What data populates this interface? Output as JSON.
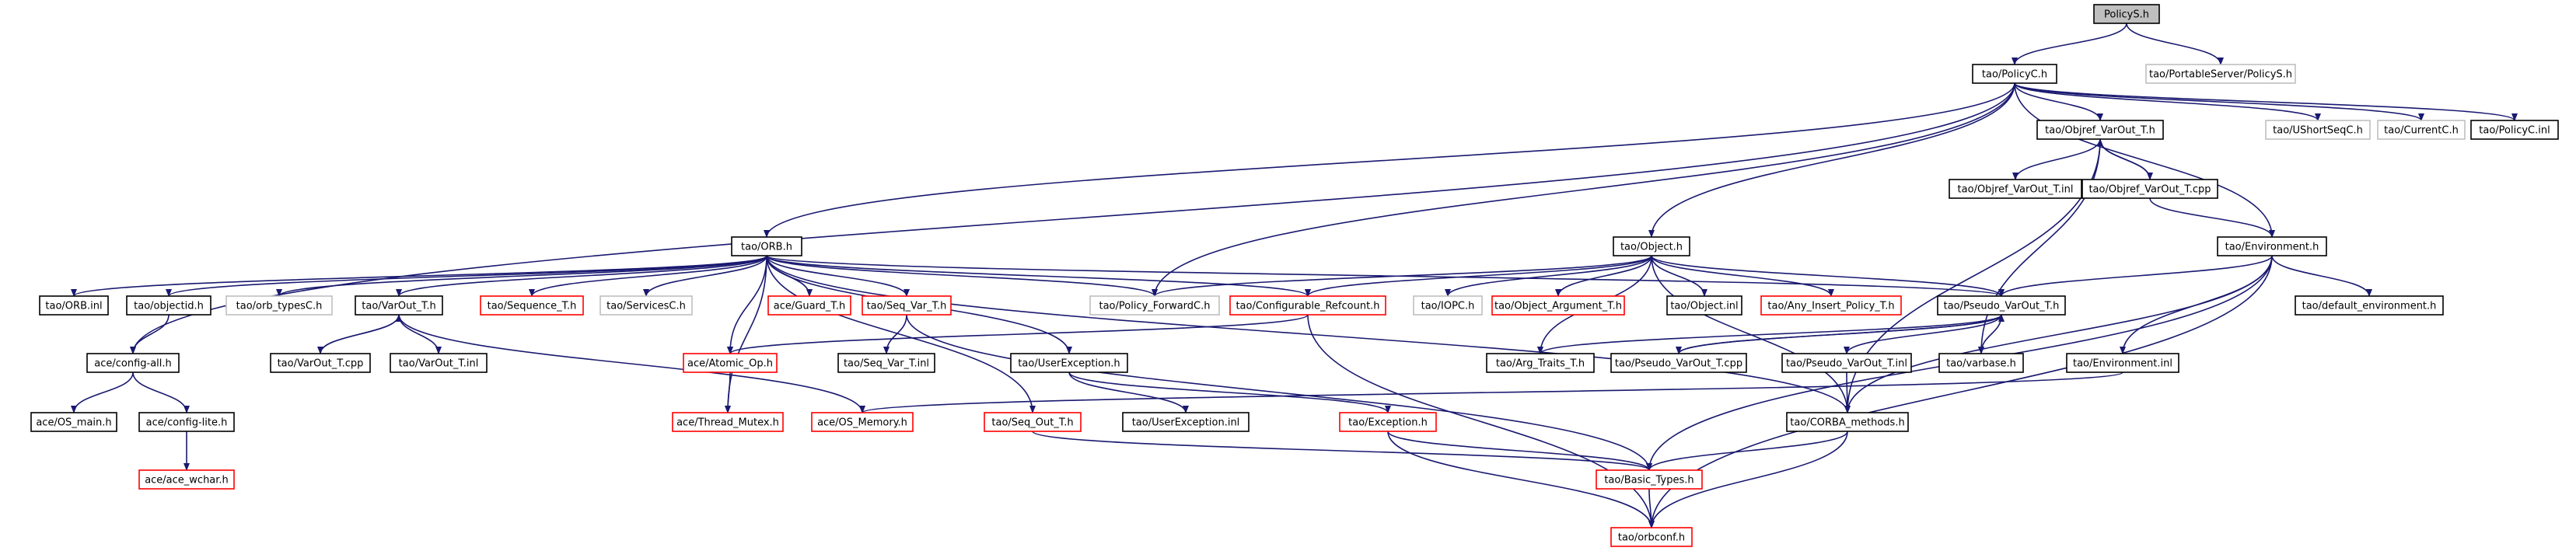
{
  "graph_title": "PolicyS.h",
  "colors": {
    "edge": "#191970",
    "border_documented": "#000000",
    "border_truncated": "#ff0000",
    "border_undocumented": "#bfbfbf",
    "root_fill": "#bfbfbf",
    "fill": "#ffffff",
    "text": "#000000"
  },
  "nodes": [
    {
      "id": "policy_s_h",
      "label": "PolicyS.h",
      "style": "root"
    },
    {
      "id": "policy_c_h",
      "label": "tao/PolicyC.h",
      "style": "documented"
    },
    {
      "id": "portableserver_policy_s_h",
      "label": "tao/PortableServer/PolicyS.h",
      "style": "undocumented"
    },
    {
      "id": "orb_h",
      "label": "tao/ORB.h",
      "style": "documented"
    },
    {
      "id": "objref_varout_t_h",
      "label": "tao/Objref_VarOut_T.h",
      "style": "documented"
    },
    {
      "id": "ushortseq_c_h",
      "label": "tao/UShortSeqC.h",
      "style": "undocumented"
    },
    {
      "id": "current_c_h",
      "label": "tao/CurrentC.h",
      "style": "undocumented"
    },
    {
      "id": "policy_c_inl",
      "label": "tao/PolicyC.inl",
      "style": "documented"
    },
    {
      "id": "objref_varout_t_inl",
      "label": "tao/Objref_VarOut_T.inl",
      "style": "documented"
    },
    {
      "id": "objref_varout_t_cpp",
      "label": "tao/Objref_VarOut_T.cpp",
      "style": "documented"
    },
    {
      "id": "environment_h",
      "label": "tao/Environment.h",
      "style": "documented"
    },
    {
      "id": "object_h",
      "label": "tao/Object.h",
      "style": "documented"
    },
    {
      "id": "orb_inl",
      "label": "tao/ORB.inl",
      "style": "documented"
    },
    {
      "id": "objectid_h",
      "label": "tao/objectid.h",
      "style": "documented"
    },
    {
      "id": "orb_types_c_h",
      "label": "tao/orb_typesC.h",
      "style": "undocumented"
    },
    {
      "id": "varout_t_h",
      "label": "tao/VarOut_T.h",
      "style": "documented"
    },
    {
      "id": "sequence_t_h",
      "label": "tao/Sequence_T.h",
      "style": "truncated"
    },
    {
      "id": "services_c_h",
      "label": "tao/ServicesC.h",
      "style": "undocumented"
    },
    {
      "id": "guard_t_h",
      "label": "ace/Guard_T.h",
      "style": "truncated"
    },
    {
      "id": "seq_var_t_h",
      "label": "tao/Seq_Var_T.h",
      "style": "truncated"
    },
    {
      "id": "policy_forward_c_h",
      "label": "tao/Policy_ForwardC.h",
      "style": "undocumented"
    },
    {
      "id": "configurable_refcount_h",
      "label": "tao/Configurable_Refcount.h",
      "style": "truncated"
    },
    {
      "id": "iop_c_h",
      "label": "tao/IOPC.h",
      "style": "undocumented"
    },
    {
      "id": "object_argument_t_h",
      "label": "tao/Object_Argument_T.h",
      "style": "truncated"
    },
    {
      "id": "object_inl",
      "label": "tao/Object.inl",
      "style": "documented"
    },
    {
      "id": "any_insert_policy_t_h",
      "label": "tao/Any_Insert_Policy_T.h",
      "style": "truncated"
    },
    {
      "id": "pseudo_varout_t_h",
      "label": "tao/Pseudo_VarOut_T.h",
      "style": "documented"
    },
    {
      "id": "default_environment_h",
      "label": "tao/default_environment.h",
      "style": "documented"
    },
    {
      "id": "config_all_h",
      "label": "ace/config-all.h",
      "style": "documented"
    },
    {
      "id": "varout_t_cpp",
      "label": "tao/VarOut_T.cpp",
      "style": "documented"
    },
    {
      "id": "varout_t_inl",
      "label": "tao/VarOut_T.inl",
      "style": "documented"
    },
    {
      "id": "atomic_op_h",
      "label": "ace/Atomic_Op.h",
      "style": "truncated"
    },
    {
      "id": "seq_var_t_inl",
      "label": "tao/Seq_Var_T.inl",
      "style": "documented"
    },
    {
      "id": "user_exception_h",
      "label": "tao/UserException.h",
      "style": "documented"
    },
    {
      "id": "arg_traits_t_h",
      "label": "tao/Arg_Traits_T.h",
      "style": "documented"
    },
    {
      "id": "pseudo_varout_t_cpp",
      "label": "tao/Pseudo_VarOut_T.cpp",
      "style": "documented"
    },
    {
      "id": "pseudo_varout_t_inl",
      "label": "tao/Pseudo_VarOut_T.inl",
      "style": "documented"
    },
    {
      "id": "varbase_h",
      "label": "tao/varbase.h",
      "style": "documented"
    },
    {
      "id": "environment_inl",
      "label": "tao/Environment.inl",
      "style": "documented"
    },
    {
      "id": "os_main_h",
      "label": "ace/OS_main.h",
      "style": "documented"
    },
    {
      "id": "config_lite_h",
      "label": "ace/config-lite.h",
      "style": "documented"
    },
    {
      "id": "thread_mutex_h",
      "label": "ace/Thread_Mutex.h",
      "style": "truncated"
    },
    {
      "id": "os_memory_h",
      "label": "ace/OS_Memory.h",
      "style": "truncated"
    },
    {
      "id": "seq_out_t_h",
      "label": "tao/Seq_Out_T.h",
      "style": "truncated"
    },
    {
      "id": "user_exception_inl",
      "label": "tao/UserException.inl",
      "style": "documented"
    },
    {
      "id": "exception_h",
      "label": "tao/Exception.h",
      "style": "truncated"
    },
    {
      "id": "corba_methods_h",
      "label": "tao/CORBA_methods.h",
      "style": "documented"
    },
    {
      "id": "ace_wchar_h",
      "label": "ace/ace_wchar.h",
      "style": "truncated"
    },
    {
      "id": "basic_types_h",
      "label": "tao/Basic_Types.h",
      "style": "truncated"
    },
    {
      "id": "orbconf_h",
      "label": "tao/orbconf.h",
      "style": "truncated"
    }
  ],
  "edges": [
    [
      "policy_s_h",
      "policy_c_h"
    ],
    [
      "policy_s_h",
      "portableserver_policy_s_h"
    ],
    [
      "policy_c_h",
      "orb_h"
    ],
    [
      "policy_c_h",
      "objref_varout_t_h"
    ],
    [
      "policy_c_h",
      "ushortseq_c_h"
    ],
    [
      "policy_c_h",
      "current_c_h"
    ],
    [
      "policy_c_h",
      "policy_c_inl"
    ],
    [
      "policy_c_h",
      "environment_h"
    ],
    [
      "policy_c_h",
      "object_h"
    ],
    [
      "policy_c_h",
      "policy_forward_c_h"
    ],
    [
      "policy_c_h",
      "config_all_h"
    ],
    [
      "objref_varout_t_h",
      "objref_varout_t_inl"
    ],
    [
      "objref_varout_t_h",
      "objref_varout_t_cpp"
    ],
    [
      "objref_varout_t_cpp",
      "objref_varout_t_h"
    ],
    [
      "objref_varout_t_cpp",
      "environment_h"
    ],
    [
      "objref_varout_t_h",
      "varbase_h"
    ],
    [
      "objref_varout_t_h",
      "corba_methods_h"
    ],
    [
      "orb_h",
      "orb_inl"
    ],
    [
      "orb_h",
      "objectid_h"
    ],
    [
      "orb_h",
      "orb_types_c_h"
    ],
    [
      "orb_h",
      "varout_t_h"
    ],
    [
      "orb_h",
      "sequence_t_h"
    ],
    [
      "orb_h",
      "services_c_h"
    ],
    [
      "orb_h",
      "guard_t_h"
    ],
    [
      "orb_h",
      "seq_var_t_h"
    ],
    [
      "orb_h",
      "policy_forward_c_h"
    ],
    [
      "orb_h",
      "configurable_refcount_h"
    ],
    [
      "orb_h",
      "atomic_op_h"
    ],
    [
      "orb_h",
      "user_exception_h"
    ],
    [
      "orb_h",
      "seq_out_t_h"
    ],
    [
      "orb_h",
      "thread_mutex_h"
    ],
    [
      "orb_h",
      "corba_methods_h"
    ],
    [
      "orb_h",
      "pseudo_varout_t_h"
    ],
    [
      "object_h",
      "policy_forward_c_h"
    ],
    [
      "object_h",
      "configurable_refcount_h"
    ],
    [
      "object_h",
      "iop_c_h"
    ],
    [
      "object_h",
      "object_argument_t_h"
    ],
    [
      "object_h",
      "object_inl"
    ],
    [
      "object_h",
      "any_insert_policy_t_h"
    ],
    [
      "object_h",
      "pseudo_varout_t_h"
    ],
    [
      "object_h",
      "arg_traits_t_h"
    ],
    [
      "object_h",
      "corba_methods_h"
    ],
    [
      "environment_h",
      "default_environment_h"
    ],
    [
      "environment_h",
      "pseudo_varout_t_h"
    ],
    [
      "environment_h",
      "environment_inl"
    ],
    [
      "environment_h",
      "corba_methods_h"
    ],
    [
      "environment_h",
      "basic_types_h"
    ],
    [
      "environment_h",
      "orbconf_h"
    ],
    [
      "objectid_h",
      "config_all_h"
    ],
    [
      "config_all_h",
      "os_main_h"
    ],
    [
      "config_all_h",
      "config_lite_h"
    ],
    [
      "config_lite_h",
      "ace_wchar_h"
    ],
    [
      "varout_t_h",
      "varout_t_cpp"
    ],
    [
      "varout_t_cpp",
      "varout_t_h"
    ],
    [
      "varout_t_h",
      "varout_t_inl"
    ],
    [
      "varout_t_h",
      "os_memory_h"
    ],
    [
      "seq_var_t_h",
      "seq_var_t_inl"
    ],
    [
      "seq_var_t_h",
      "basic_types_h"
    ],
    [
      "configurable_refcount_h",
      "atomic_op_h"
    ],
    [
      "configurable_refcount_h",
      "orbconf_h"
    ],
    [
      "atomic_op_h",
      "thread_mutex_h"
    ],
    [
      "user_exception_h",
      "user_exception_inl"
    ],
    [
      "user_exception_h",
      "exception_h"
    ],
    [
      "exception_h",
      "basic_types_h"
    ],
    [
      "exception_h",
      "orbconf_h"
    ],
    [
      "seq_out_t_h",
      "basic_types_h"
    ],
    [
      "pseudo_varout_t_h",
      "pseudo_varout_t_inl"
    ],
    [
      "pseudo_varout_t_h",
      "pseudo_varout_t_cpp"
    ],
    [
      "pseudo_varout_t_cpp",
      "pseudo_varout_t_h"
    ],
    [
      "pseudo_varout_t_h",
      "varbase_h"
    ],
    [
      "pseudo_varout_t_h",
      "arg_traits_t_h"
    ],
    [
      "pseudo_varout_t_inl",
      "corba_methods_h"
    ],
    [
      "environment_inl",
      "os_memory_h"
    ],
    [
      "corba_methods_h",
      "basic_types_h"
    ],
    [
      "corba_methods_h",
      "orbconf_h"
    ],
    [
      "basic_types_h",
      "orbconf_h"
    ]
  ]
}
